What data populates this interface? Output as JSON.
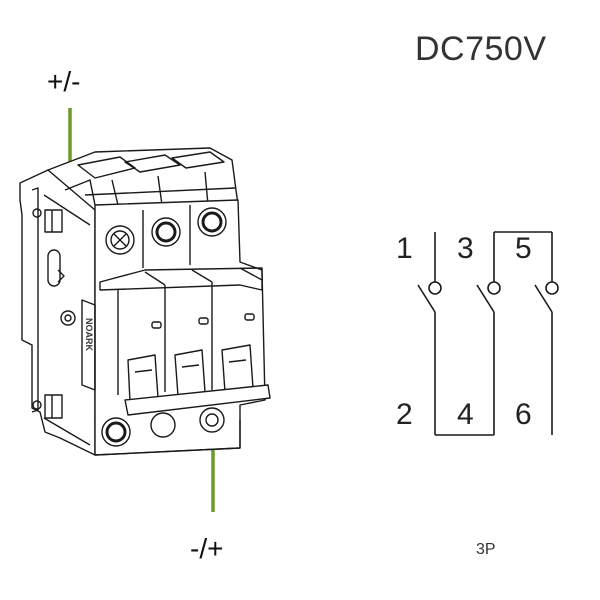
{
  "voltage_label": "DC750V",
  "polarity": {
    "top": "+/-",
    "bottom": "-/+"
  },
  "brand_text": "NOARK",
  "schematic": {
    "terminals_line": [
      "1",
      "2"
    ],
    "terminals_mid": [
      "3",
      "4"
    ],
    "terminals_load": [
      "5",
      "6"
    ]
  },
  "poles_label": "3P",
  "colors": {
    "wire": "#6b9a2a",
    "line": "#1a1a1a",
    "body": "#ffffff"
  }
}
